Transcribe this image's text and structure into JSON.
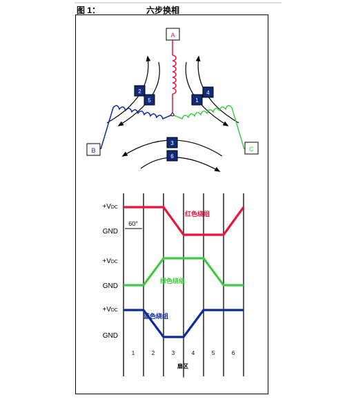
{
  "header": {
    "figure_label": "图 1：",
    "title": "六步换相"
  },
  "motor": {
    "terminals": {
      "a": "A",
      "b": "B",
      "c": "C"
    },
    "step_boxes": [
      "1",
      "2",
      "3",
      "4",
      "5",
      "6"
    ]
  },
  "waveform": {
    "angle_label": "60°",
    "level_labels": [
      "+VDC",
      "GND",
      "+VDC",
      "GND",
      "+VDC",
      "GND"
    ],
    "level_high": {
      "main": "+V",
      "sub": "DC"
    },
    "level_low": "GND",
    "series": [
      {
        "name": "红色绕组",
        "color": "#e8143c",
        "levels": [
          1,
          1,
          0,
          0,
          0,
          1
        ]
      },
      {
        "name": "绿色绕组",
        "color": "#3ecb3e",
        "levels": [
          0,
          1,
          1,
          1,
          0,
          0
        ]
      },
      {
        "name": "蓝色绕组",
        "color": "#0b2aa0",
        "levels": [
          1,
          0,
          0,
          1,
          1,
          1
        ]
      }
    ],
    "sectors": [
      "1",
      "2",
      "3",
      "4",
      "5",
      "6"
    ],
    "axis_label": "扇区"
  },
  "colors": {
    "box_fill": "#0f2a7a",
    "red": "#e8143c",
    "green": "#3ecb3e",
    "blue": "#0b2aa0"
  }
}
